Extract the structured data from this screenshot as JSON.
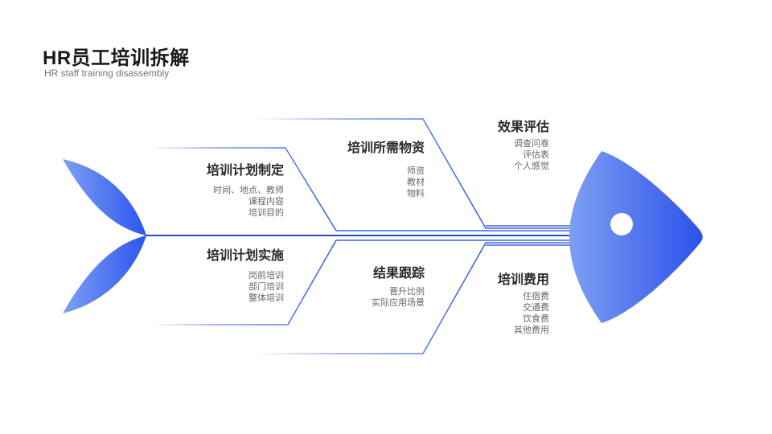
{
  "header": {
    "title": "HR员工培训拆解",
    "subtitle": "HR staff training disassembly"
  },
  "colors": {
    "accent": "#2c55ee",
    "accent_light": "#aec3f5",
    "text": "#2a2a2a",
    "muted": "#666666"
  },
  "branches": [
    {
      "title": "培训计划制定",
      "items": [
        "时间、地点、教师",
        "课程内容",
        "培训目的"
      ]
    },
    {
      "title": "培训所需物资",
      "items": [
        "师资",
        "教材",
        "物料"
      ]
    },
    {
      "title": "效果评估",
      "items": [
        "调查问卷",
        "评估表",
        "个人感觉"
      ]
    },
    {
      "title": "培训计划实施",
      "items": [
        "岗前培训",
        "部门培训",
        "整体培训"
      ]
    },
    {
      "title": "结果跟踪",
      "items": [
        "晋升比例",
        "实际应用场景"
      ]
    },
    {
      "title": "培训费用",
      "items": [
        "住宿费",
        "交通费",
        "饮食费",
        "其他费用"
      ]
    }
  ]
}
